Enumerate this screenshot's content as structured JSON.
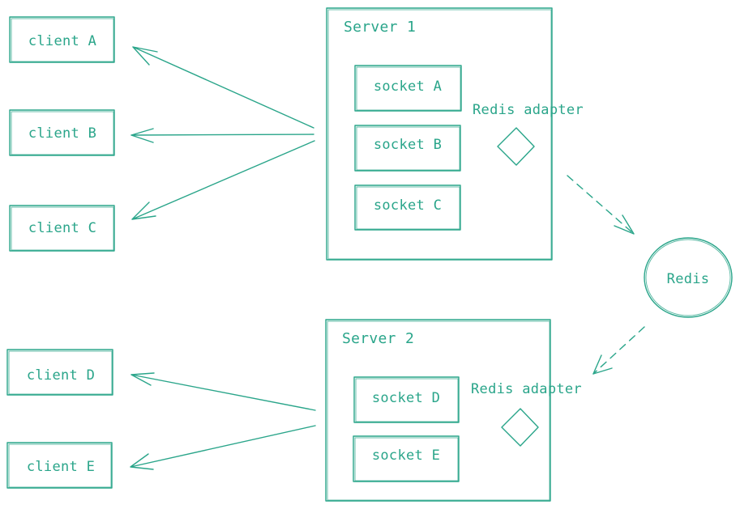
{
  "server1": {
    "title": "Server 1",
    "sockets": [
      "socket A",
      "socket B",
      "socket C"
    ],
    "adapter": "Redis adapter"
  },
  "server2": {
    "title": "Server 2",
    "sockets": [
      "socket D",
      "socket E"
    ],
    "adapter": "Redis adapter"
  },
  "clients": [
    "client A",
    "client B",
    "client C",
    "client D",
    "client E"
  ],
  "redis": "Redis",
  "colors": {
    "stroke": "#2aa58a",
    "background": "#ffffff"
  }
}
